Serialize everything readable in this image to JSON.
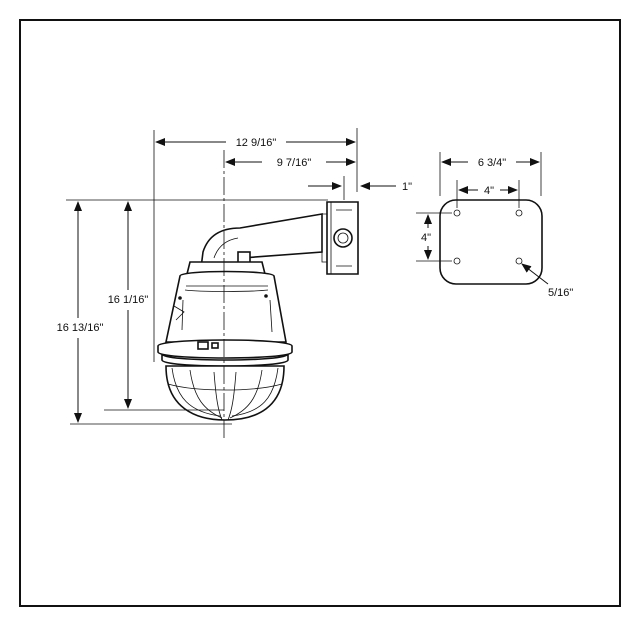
{
  "drawing": {
    "dimensions": {
      "overall_width": "12 9/16\"",
      "center_to_wall": "9 7/16\"",
      "mount_depth": "1\"",
      "plate_width": "6 3/4\"",
      "hole_spacing_h": "4\"",
      "hole_spacing_v": "4\"",
      "hole_diameter": "5/16\"",
      "height_to_bubble": "16 1/16\"",
      "overall_height": "16 13/16\""
    }
  }
}
